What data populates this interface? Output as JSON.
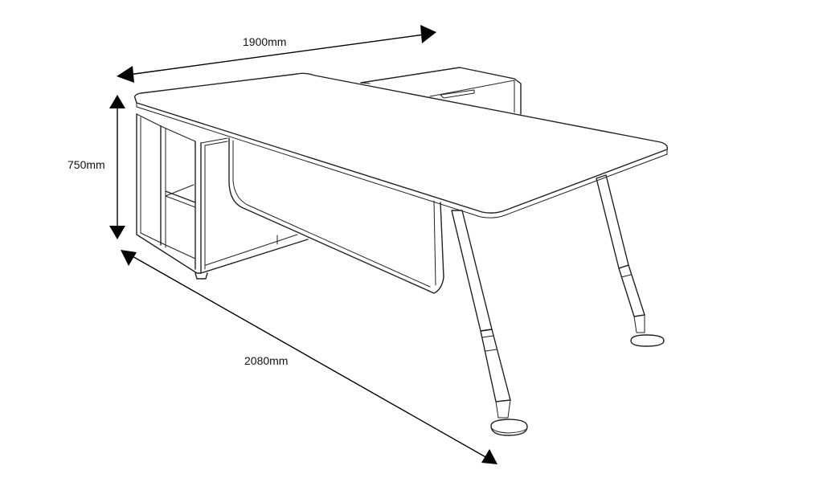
{
  "dimensions": {
    "width": "1900mm",
    "height": "750mm",
    "depth": "2080mm"
  },
  "colors": {
    "line": "#222222",
    "arrow": "#000000",
    "background": "#ffffff"
  }
}
